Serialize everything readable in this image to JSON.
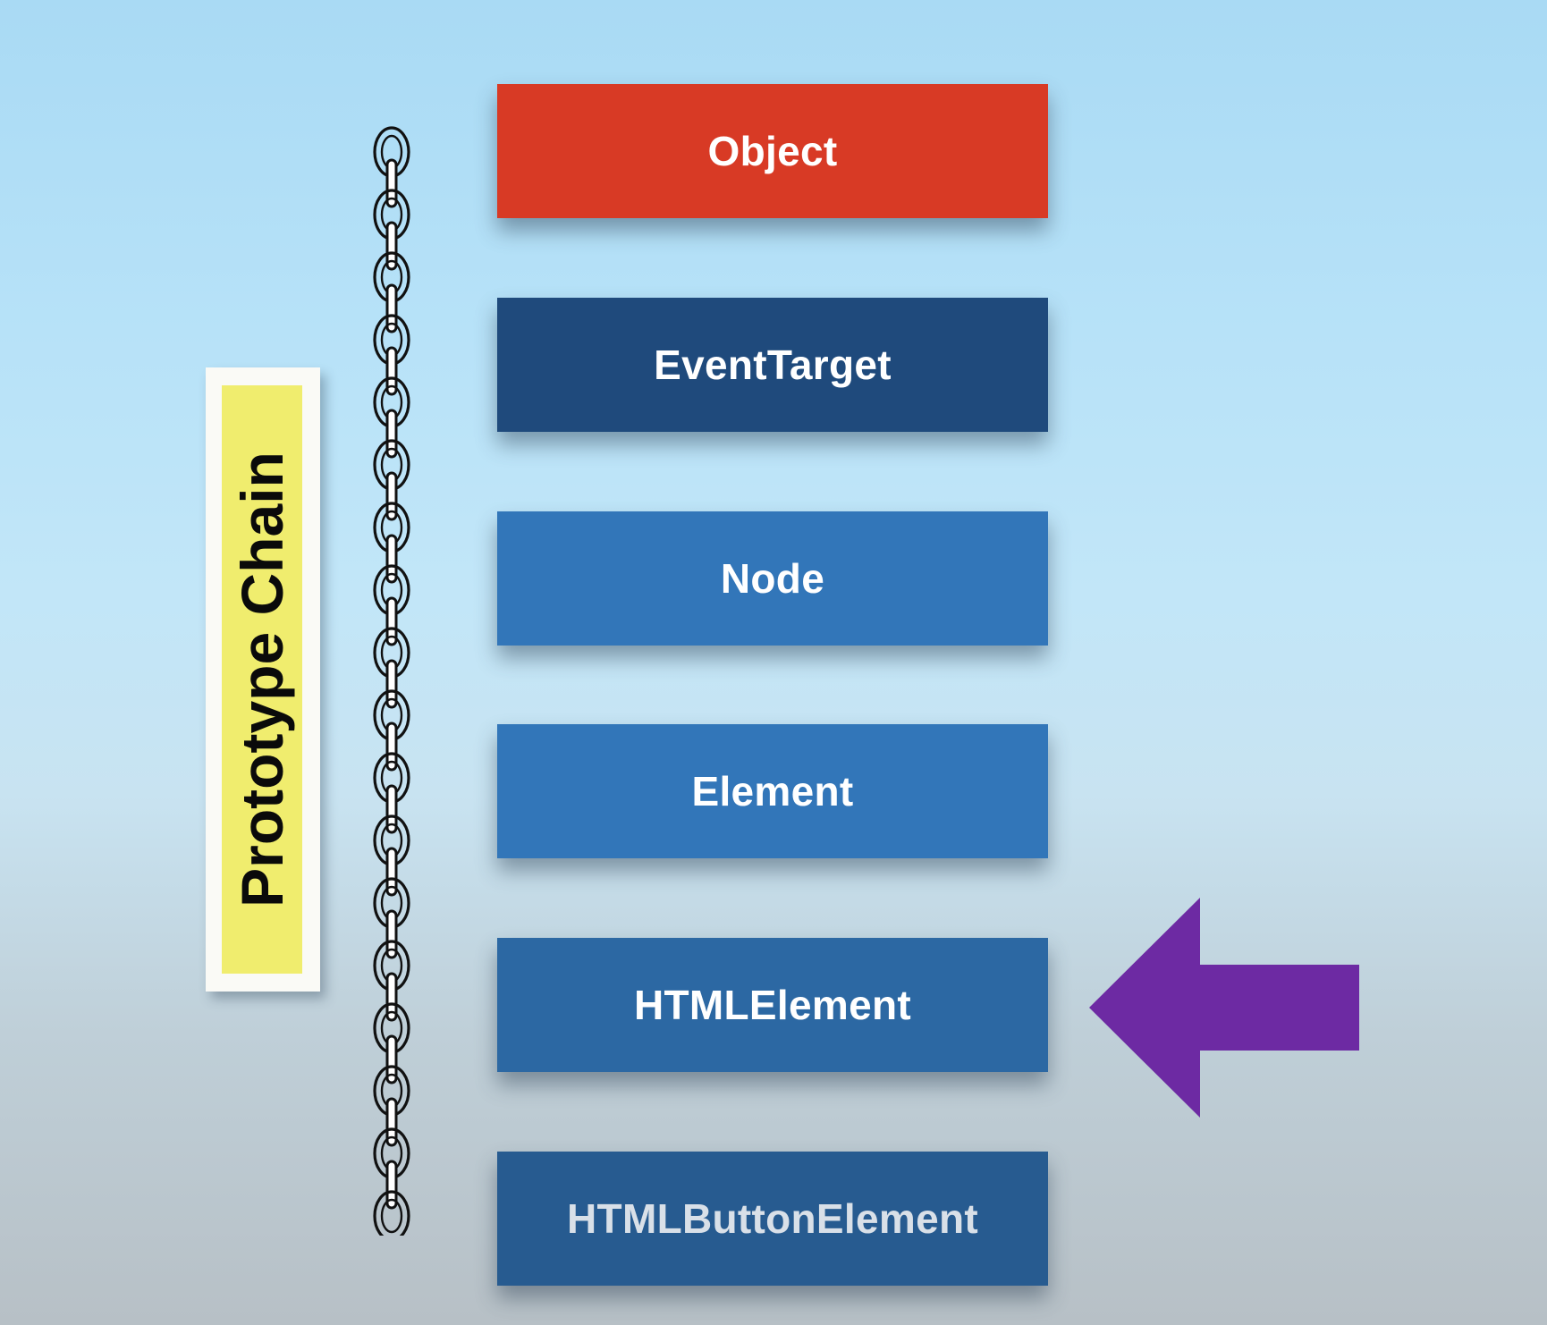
{
  "diagram": {
    "label": "Prototype Chain",
    "chain_nodes": [
      {
        "text": "Object",
        "color": "#d83a25"
      },
      {
        "text": "EventTarget",
        "color": "#1f4a7c"
      },
      {
        "text": "Node",
        "color": "#3276b9"
      },
      {
        "text": "Element",
        "color": "#3276b9"
      },
      {
        "text": "HTMLElement",
        "color": "#2c68a3",
        "highlighted": true
      },
      {
        "text": "HTMLButtonElement",
        "color": "#275b90",
        "text_color": "#d9e0e8"
      }
    ],
    "pointer_arrow": {
      "target": "HTMLElement",
      "color": "#6d2aa3",
      "icon": "left-arrow-icon"
    },
    "chain_icon": "chain-links-icon"
  }
}
